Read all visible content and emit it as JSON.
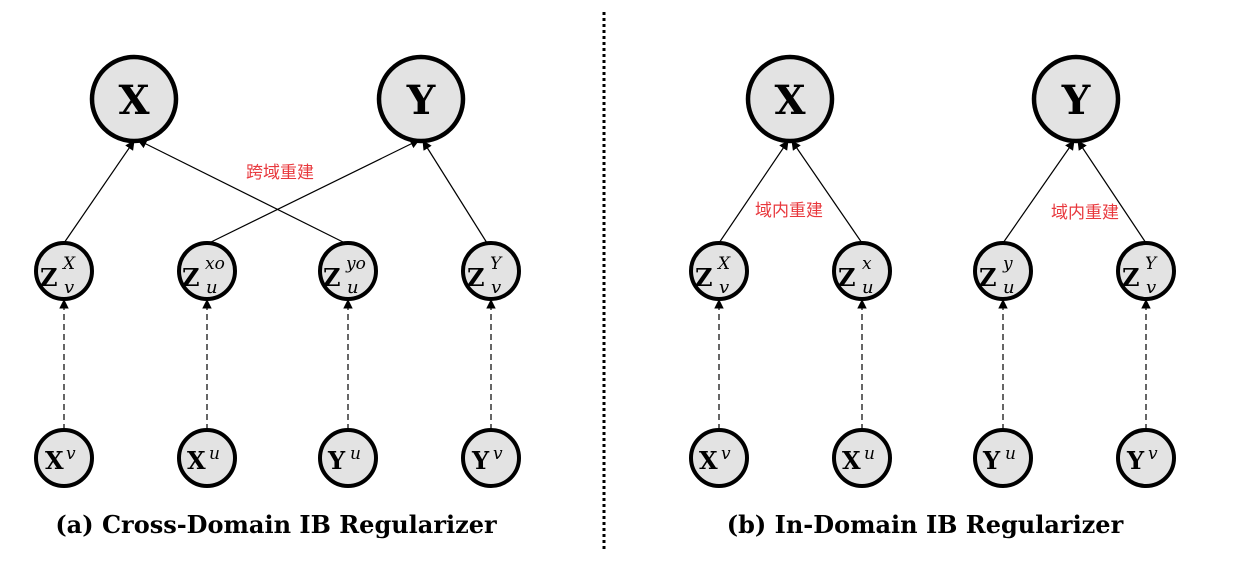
{
  "colors": {
    "node_fill": "#e3e3e3",
    "stroke": "#000000",
    "annotation": "#e8383d"
  },
  "panels": [
    {
      "caption": "(a) Cross-Domain IB Regularizer",
      "annotation": "跨域重建",
      "top_nodes": [
        {
          "base": "X"
        },
        {
          "base": "Y"
        }
      ],
      "latent_nodes": [
        {
          "base": "Z",
          "sub": "v",
          "sup": "X"
        },
        {
          "base": "Z",
          "sub": "u",
          "sup": "xo"
        },
        {
          "base": "Z",
          "sub": "u",
          "sup": "yo"
        },
        {
          "base": "Z",
          "sub": "v",
          "sup": "Y"
        }
      ],
      "input_nodes": [
        {
          "base": "X",
          "sup": "v"
        },
        {
          "base": "X",
          "sup": "u"
        },
        {
          "base": "Y",
          "sup": "u"
        },
        {
          "base": "Y",
          "sup": "v"
        }
      ]
    },
    {
      "caption": "(b) In-Domain IB Regularizer",
      "annotations": [
        "域内重建",
        "域内重建"
      ],
      "top_nodes": [
        {
          "base": "X"
        },
        {
          "base": "Y"
        }
      ],
      "latent_nodes": [
        {
          "base": "Z",
          "sub": "v",
          "sup": "X"
        },
        {
          "base": "Z",
          "sub": "u",
          "sup": "x"
        },
        {
          "base": "Z",
          "sub": "u",
          "sup": "y"
        },
        {
          "base": "Z",
          "sub": "v",
          "sup": "Y"
        }
      ],
      "input_nodes": [
        {
          "base": "X",
          "sup": "v"
        },
        {
          "base": "X",
          "sup": "u"
        },
        {
          "base": "Y",
          "sup": "u"
        },
        {
          "base": "Y",
          "sup": "v"
        }
      ]
    }
  ]
}
